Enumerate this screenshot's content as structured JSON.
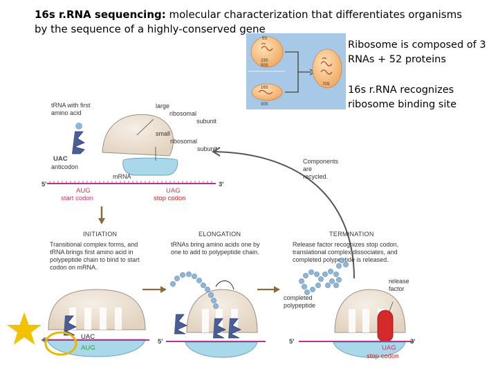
{
  "title": {
    "bold": "16s r.RNA sequencing:",
    "rest": " molecular characterization that differentiates organisms by the sequence of a highly-conserved gene"
  },
  "notes": {
    "ribosome_composition": "Ribosome is composed of 3 RNAs + 52 proteins",
    "rrna_role": "16s r.RNA recognizes ribosome binding site"
  },
  "inset": {
    "s5": "5S",
    "s23": "23S",
    "s50": "50S",
    "s16": "16S",
    "s30": "30S",
    "s70": "70S"
  },
  "diagram": {
    "trna_first": "tRNA with first amino acid",
    "large_subunit": "large ribosomal subunit",
    "small_subunit": "small ribosomal subunit",
    "uac": "UAC",
    "anticodon": "anticodon",
    "mrna": "mRNA",
    "five_prime": "5'",
    "three_prime": "3'",
    "aug": "AUG",
    "start_codon": "start codon",
    "uag": "UAG",
    "stop_codon": "stop codon",
    "recycled": "Components are recycled.",
    "initiation": "INITIATION",
    "initiation_desc": "Transitional complex forms, and tRNA brings first amino acid in polypeptide chain to bind to start codon on mRNA.",
    "elongation": "ELONGATION",
    "elongation_desc": "tRNAs bring amino acids one by one to add to polypeptide chain.",
    "termination": "TERMINATION",
    "termination_desc": "Release factor recognizes stop codon, translational complex dissociates, and completed polypeptide is released.",
    "completed_polypeptide": "completed polypeptide",
    "release_factor": "release factor"
  },
  "colors": {
    "mrna": "#b8338a",
    "small_subunit": "#a8d8ea",
    "large_subunit": "#ece0d0",
    "trna": "#4a5e9a",
    "amino_acid": "#8fb6d8",
    "release_factor": "#d42a2a",
    "star": "#f2c200",
    "highlight_ring": "#e8b800",
    "inset_bg": "#a8c8e8",
    "inset_ribosome": "#f4c08a"
  }
}
